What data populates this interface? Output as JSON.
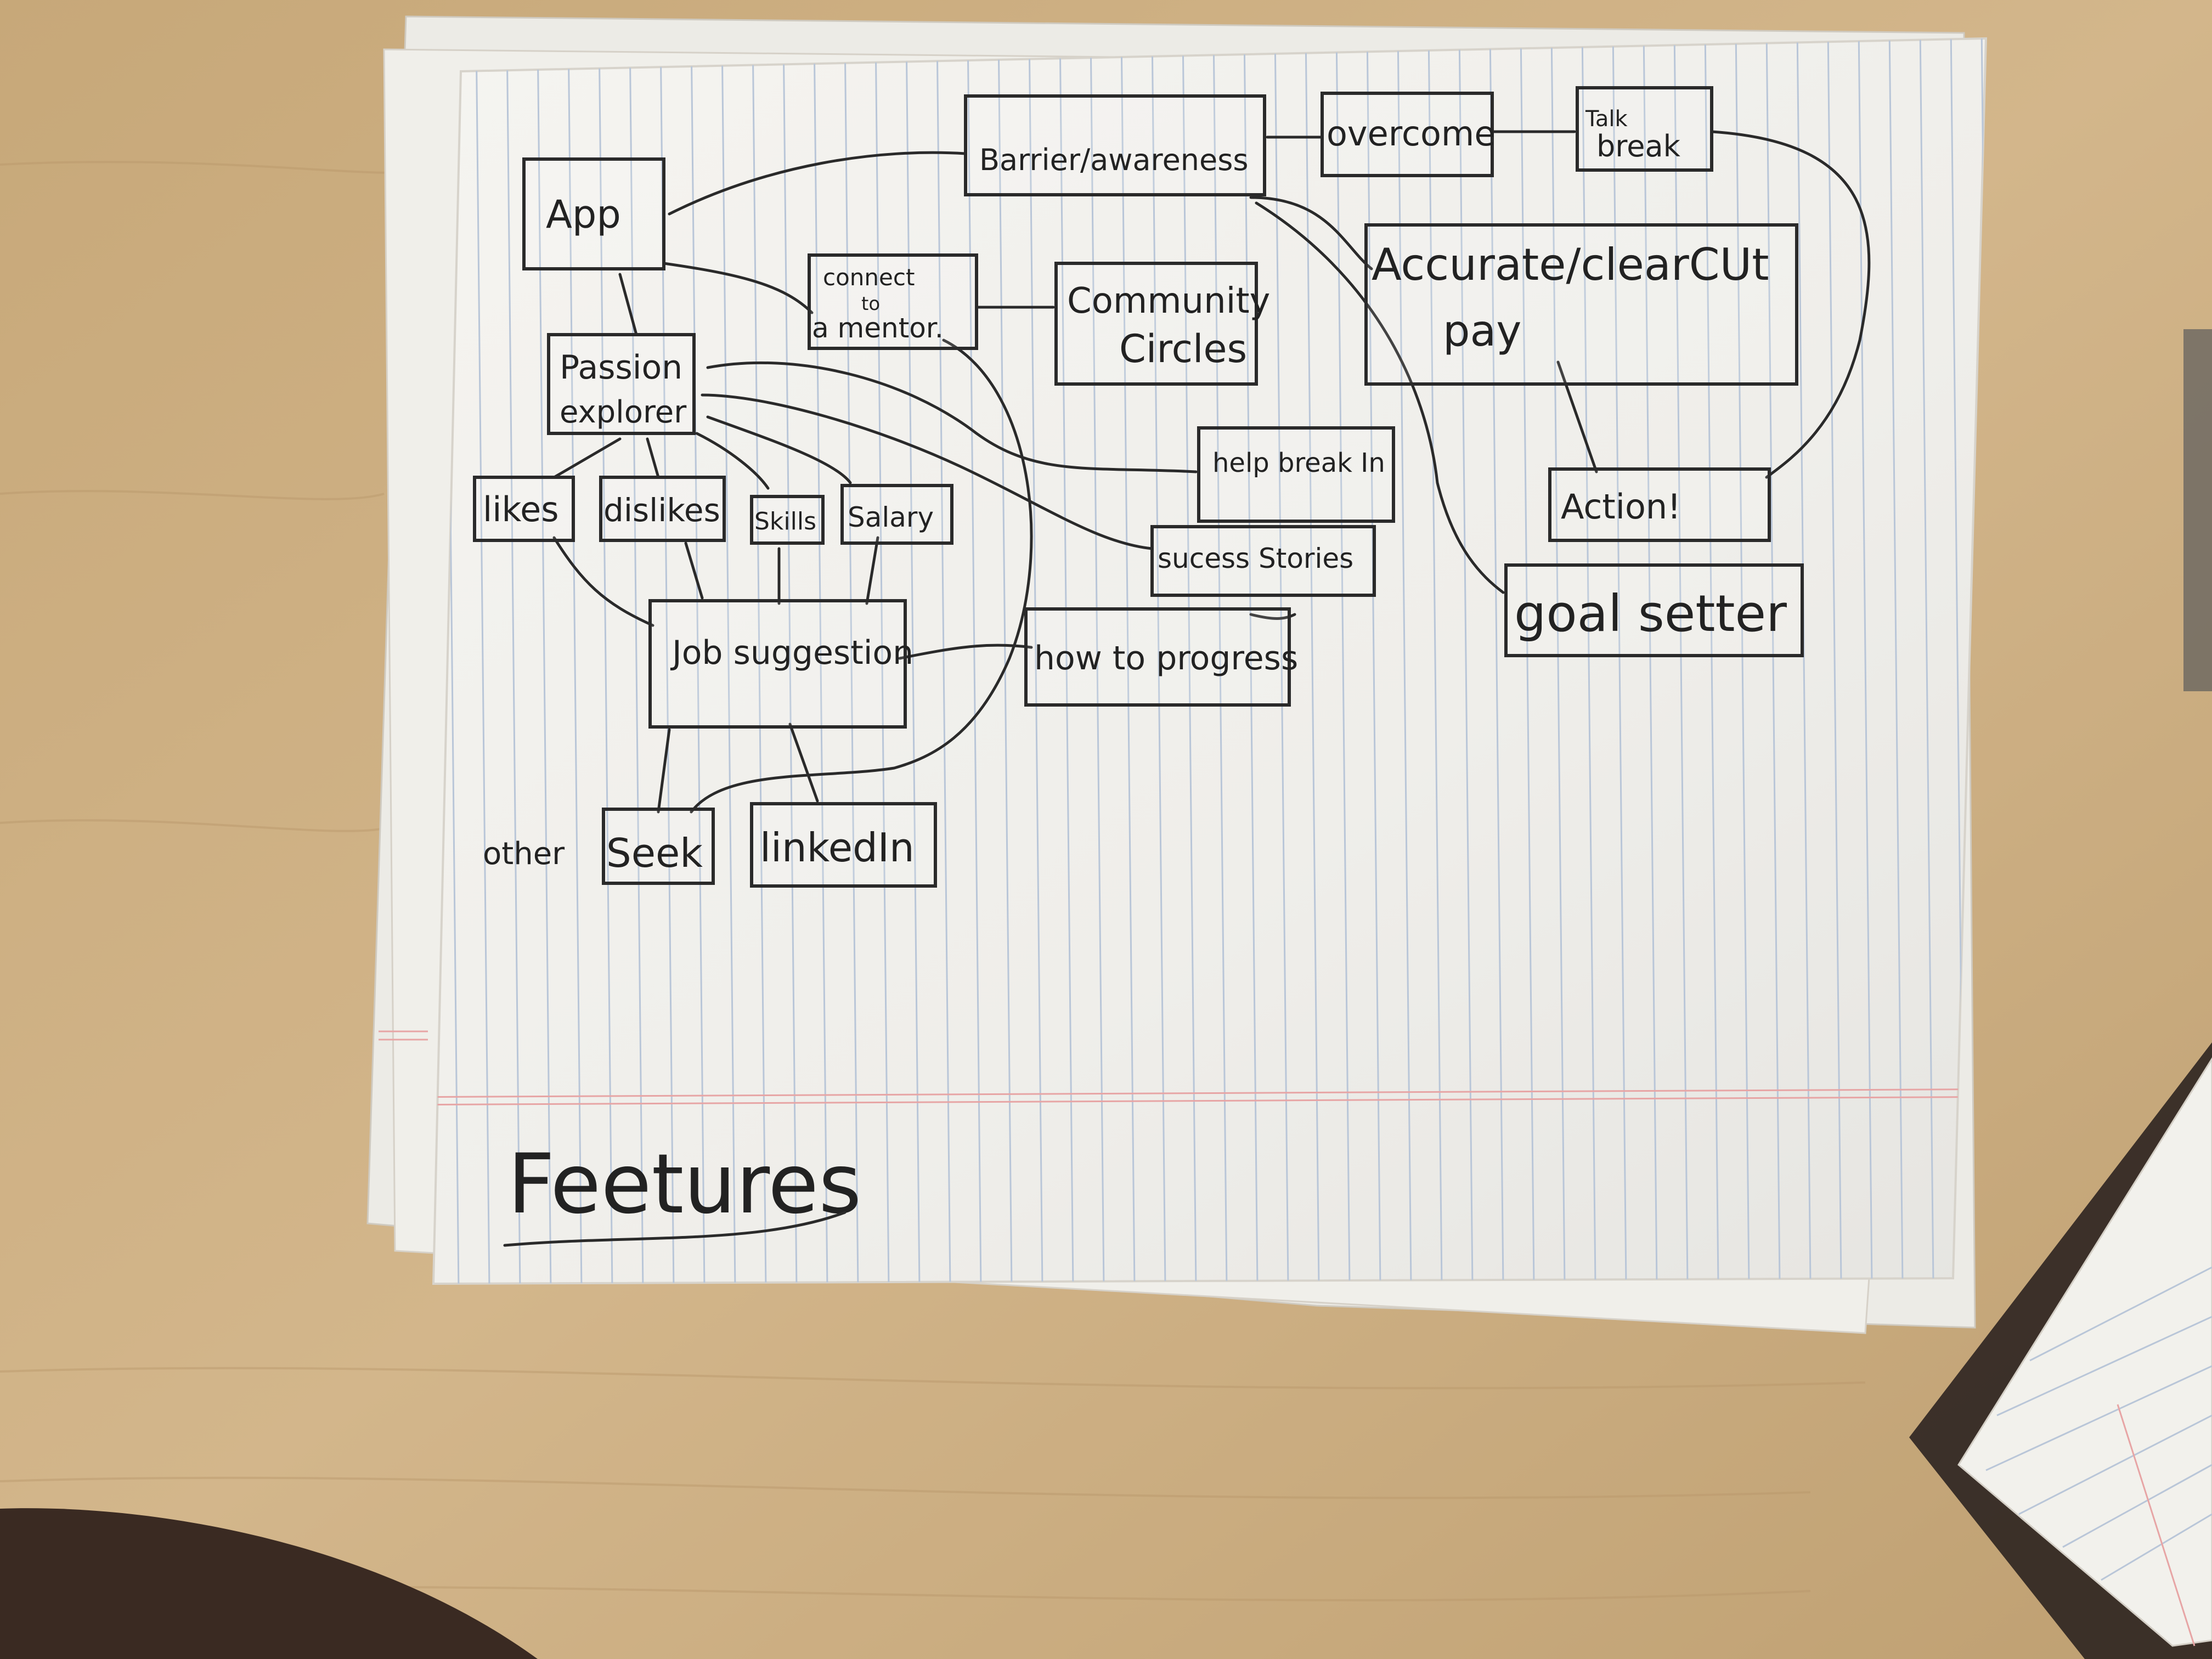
{
  "diagram": {
    "nodes": {
      "app": "App",
      "barrier": "Barrier/awareness",
      "overcome": "overcome",
      "talk_break": [
        "Talk",
        "break"
      ],
      "accurate_pay": [
        "Accurate/clearCUt",
        "pay"
      ],
      "connect_mentor": [
        "connect",
        "to",
        "a mentor."
      ],
      "community_circles": [
        "Community",
        "Circles"
      ],
      "passion_explorer": [
        "Passion",
        "explorer"
      ],
      "likes": "likes",
      "dislikes": "dislikes",
      "skills": "Skills",
      "salary": "Salary",
      "help_break_in": "help break In",
      "success_stories": "sucess Stories",
      "action": "Action!",
      "goal_setter": "goal setter",
      "job_suggestion": "Job suggestion",
      "how_to_progress": "how to progress",
      "other": "other",
      "seek": "Seek",
      "linkedin": "linkedIn"
    },
    "footer_title": "Feetures"
  },
  "colors": {
    "desk": "#c9ab80",
    "paper": "#f3f2ee",
    "ruled_line": "#b9c6d8",
    "margin_line": "#e7a5a5",
    "ink": "#2a2a2a"
  }
}
